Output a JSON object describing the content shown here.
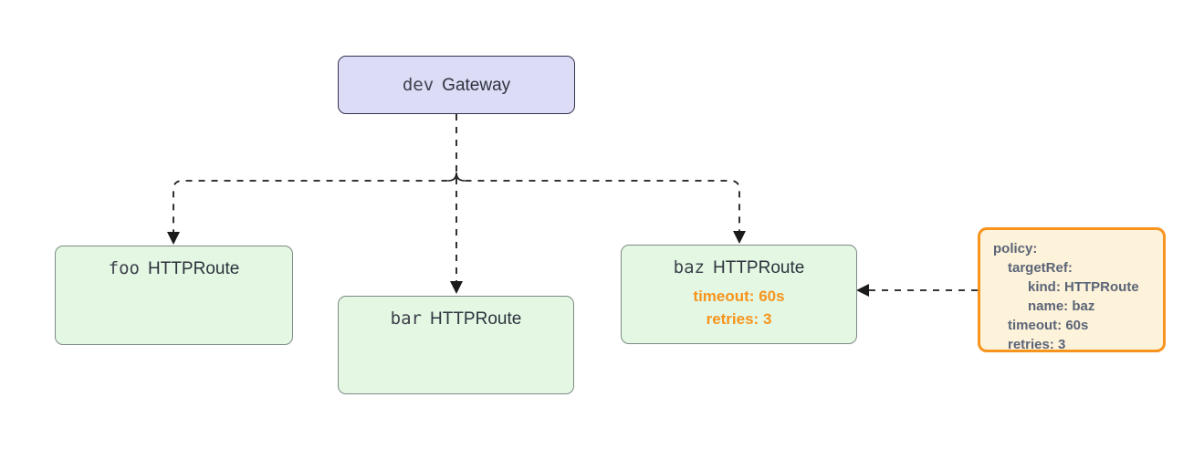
{
  "diagram": {
    "kind": "gateway-api-routing-flowchart",
    "gateway": {
      "name": "dev",
      "type": "Gateway"
    },
    "routes": [
      {
        "name": "foo",
        "type": "HTTPRoute",
        "annotations": []
      },
      {
        "name": "bar",
        "type": "HTTPRoute",
        "annotations": []
      },
      {
        "name": "baz",
        "type": "HTTPRoute",
        "annotations": [
          "timeout: 60s",
          "retries: 3"
        ]
      }
    ],
    "policy_note": {
      "lines": [
        {
          "text": "policy:",
          "indent": 0
        },
        {
          "text": "targetRef:",
          "indent": 1
        },
        {
          "text": "kind: HTTPRoute",
          "indent": 2
        },
        {
          "text": "name: baz",
          "indent": 2
        },
        {
          "text": "timeout: 60s",
          "indent": 1
        },
        {
          "text": "retries: 3",
          "indent": 1
        }
      ]
    },
    "edges": [
      {
        "from": "dev Gateway",
        "to": "foo HTTPRoute",
        "style": "dashed-arrow"
      },
      {
        "from": "dev Gateway",
        "to": "bar HTTPRoute",
        "style": "dashed-arrow"
      },
      {
        "from": "dev Gateway",
        "to": "baz HTTPRoute",
        "style": "dashed-arrow"
      },
      {
        "from": "policy",
        "to": "baz HTTPRoute",
        "style": "dashed-arrow"
      }
    ],
    "colors": {
      "gateway_fill": "#dcdcf7",
      "gateway_border": "#33334d",
      "route_fill": "#e3f7e3",
      "route_border": "#7d8a84",
      "policy_fill": "#fdf2da",
      "policy_border": "#f7941e",
      "annotation_text": "#f7941d",
      "policy_text": "#5b6577",
      "edge_stroke": "#1b1b1b"
    }
  }
}
